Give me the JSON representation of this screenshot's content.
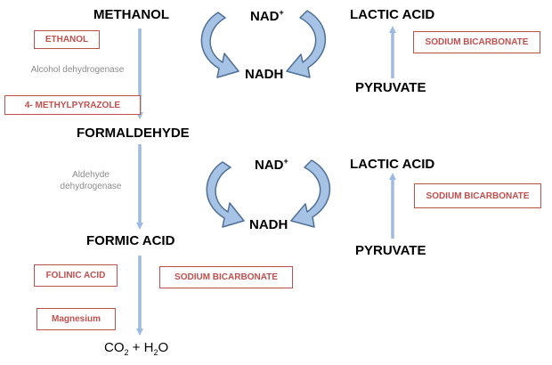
{
  "colors": {
    "flow_arrow": "#9dbbe0",
    "cycle_arrow_fill": "#a6c3e6",
    "cycle_arrow_stroke": "#4f6f94",
    "inhibitor_border": "#c0504d",
    "enzyme_text": "#8c8c8c"
  },
  "main_pathway": {
    "methanol": "METHANOL",
    "enzyme_1": "Alcohol dehydrogenase",
    "formaldehyde": "FORMALDEHYDE",
    "enzyme_2_line1": "Aldehyde",
    "enzyme_2_line2": "dehydrogenase",
    "formic_acid": "FORMIC ACID",
    "end_product": {
      "co": "CO",
      "co_sub": "2",
      "plus": " + H",
      "h_sub": "2",
      "o": "O"
    }
  },
  "cofactor_cycles": [
    {
      "nad": "NAD",
      "nad_sup": "+",
      "nadh": "NADH"
    },
    {
      "nad": "NAD",
      "nad_sup": "+",
      "nadh": "NADH"
    }
  ],
  "lactate_pathways": [
    {
      "top": "LACTIC ACID",
      "bottom": "PYRUVATE",
      "treatment": "SODIUM BICARBONATE"
    },
    {
      "top": "LACTIC ACID",
      "bottom": "PYRUVATE",
      "treatment": "SODIUM BICARBONATE"
    }
  ],
  "treatments": {
    "ethanol": "ETHANOL",
    "fomepizole": "4- METHYLPYRAZOLE",
    "folinic_acid": "FOLINIC ACID",
    "sodium_bicarbonate": "SODIUM BICARBONATE",
    "magnesium": "Magnesium"
  }
}
